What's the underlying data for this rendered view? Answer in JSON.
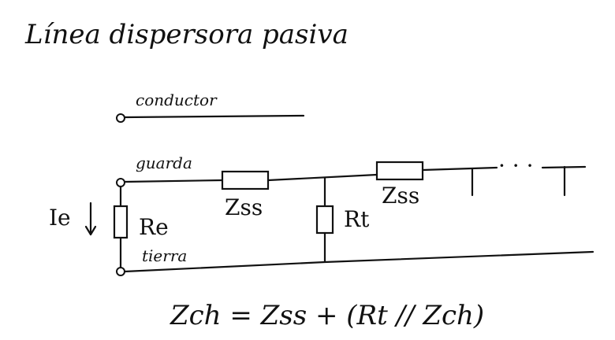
{
  "title": "Línea dispersora pasiva",
  "labels": {
    "conductor": "conductor",
    "guarda": "guarda",
    "tierra": "tierra",
    "ie": "Ie",
    "re": "Re",
    "zss_1": "Zss",
    "rt": "Rt",
    "zss_2": "Zss",
    "ellipsis": "· · ·"
  },
  "formula": "Zch = Zss + (Rt // Zch)"
}
